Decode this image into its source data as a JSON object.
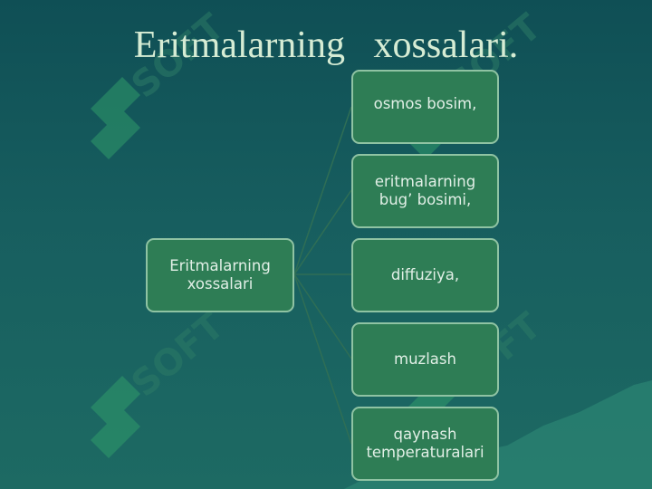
{
  "slide": {
    "title": "Eritmalarning   xossalari."
  },
  "diagram": {
    "root": "Eritmalarning\nxossalari",
    "children": [
      "osmos bosim,",
      "eritmalarning\nbug’ bosimi,",
      "diffuziya,",
      "muzlash",
      "qaynash\ntemperaturalari"
    ]
  },
  "colors": {
    "background": "#175e5f",
    "box_fill": "#2e7d55",
    "box_border": "#8fc3a3",
    "title": "#d6ecd4"
  }
}
